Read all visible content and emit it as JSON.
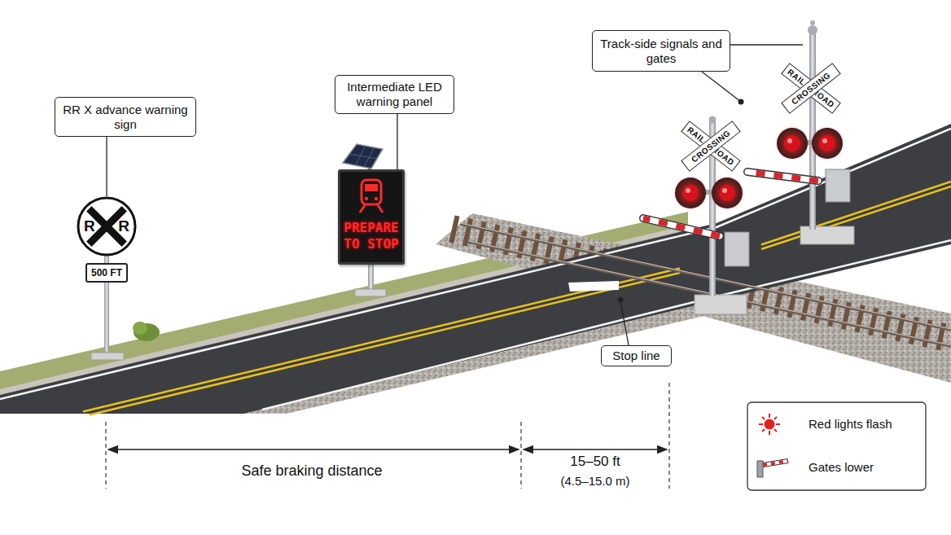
{
  "diagram": {
    "nodes": [
      {
        "text": [
          "RR X advance warning sign"
        ]
      },
      {
        "text": [
          "R",
          "R"
        ]
      },
      {
        "text": [
          "500 FT"
        ]
      },
      {
        "text": [
          "Intermediate LED warning panel"
        ]
      },
      {
        "text": [
          "PREPARE TO STOP"
        ]
      },
      {
        "text": [
          "Track-side signals and gates"
        ]
      },
      {
        "text": [
          "RAIL",
          "ROAD"
        ]
      },
      {
        "text": [
          "CROSSING"
        ]
      },
      {
        "text": [
          "RAIL",
          "ROAD"
        ]
      },
      {
        "text": [
          "CROSSING"
        ]
      },
      {
        "text": [
          "Stop line"
        ]
      }
    ],
    "edges": [
      {
        "from": 0,
        "to": 1,
        "arrow": "none"
      },
      {
        "from": 3,
        "to": 4,
        "arrow": "none"
      }
    ],
    "labels": [
      "Safe braking distance",
      "15–50 ft",
      "(4.5–15.0 m)"
    ],
    "legend": [
      {
        "text": "Red lights flash"
      },
      {
        "text": "Gates lower"
      }
    ]
  }
}
